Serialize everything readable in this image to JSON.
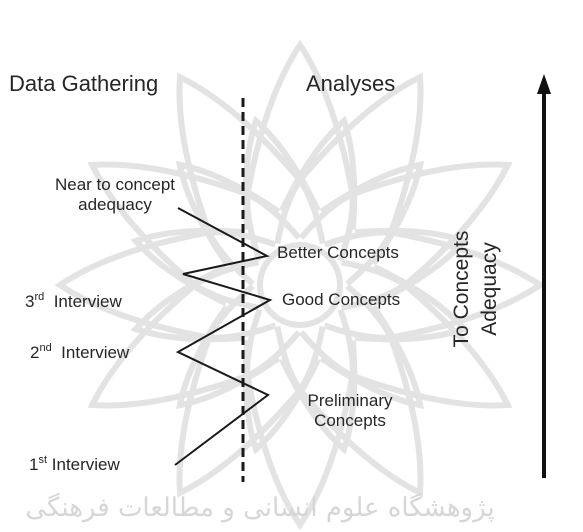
{
  "headers": {
    "left": "Data Gathering",
    "right": "Analyses"
  },
  "gathering": [
    {
      "text": "Near to concept adequacy",
      "line1": "Near to concept",
      "line2": "adequacy"
    },
    {
      "ord": "3",
      "sup": "rd",
      "label": "Interview"
    },
    {
      "ord": "2",
      "sup": "nd",
      "label": "Interview"
    },
    {
      "ord": "1",
      "sup": "st",
      "label": "Interview"
    }
  ],
  "analyses": [
    {
      "text": "Better Concepts"
    },
    {
      "text": "Good Concepts"
    },
    {
      "text": "Preliminary Concepts",
      "line1": "Preliminary",
      "line2": "Concepts"
    }
  ],
  "axis": {
    "line1": "To Concepts",
    "line2": "Adequacy",
    "direction": "up"
  },
  "watermark_text": "پژوهشگاه علوم انسانی و مطالعات فرهنگی",
  "colors": {
    "text": "#262626",
    "line": "#1a1a1a",
    "watermark": "#e3e3e3"
  }
}
